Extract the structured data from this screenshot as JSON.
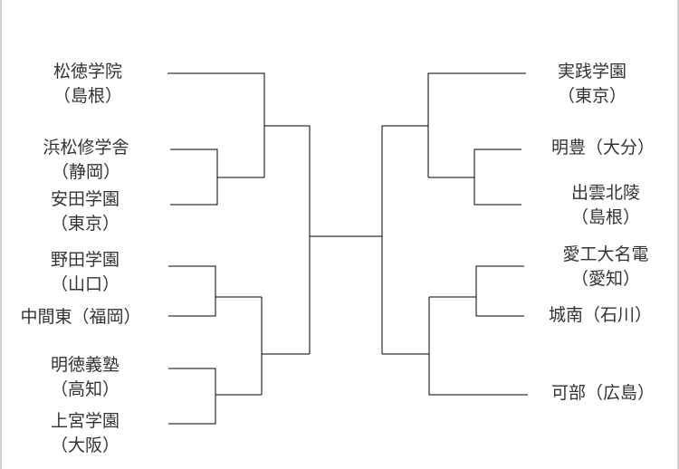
{
  "title": "Tournament bracket",
  "left": [
    {
      "name": "松徳学院",
      "pref": "（島根）"
    },
    {
      "name": "浜松修学舎",
      "pref": "（静岡）"
    },
    {
      "name": "安田学園",
      "pref": "（東京）"
    },
    {
      "name": "野田学園",
      "pref": "（山口）"
    },
    {
      "name": "中間東（福岡）",
      "pref": null
    },
    {
      "name": "明徳義塾",
      "pref": "（高知）"
    },
    {
      "name": "上宮学園",
      "pref": "（大阪）"
    }
  ],
  "right": [
    {
      "name": "実践学園",
      "pref": "（東京）"
    },
    {
      "name": "明豊（大分）",
      "pref": null
    },
    {
      "name": "出雲北陵",
      "pref": "（島根）"
    },
    {
      "name": "愛工大名電",
      "pref": "（愛知）"
    },
    {
      "name": "城南（石川）",
      "pref": null
    },
    {
      "name": "可部（広島）",
      "pref": null
    }
  ]
}
